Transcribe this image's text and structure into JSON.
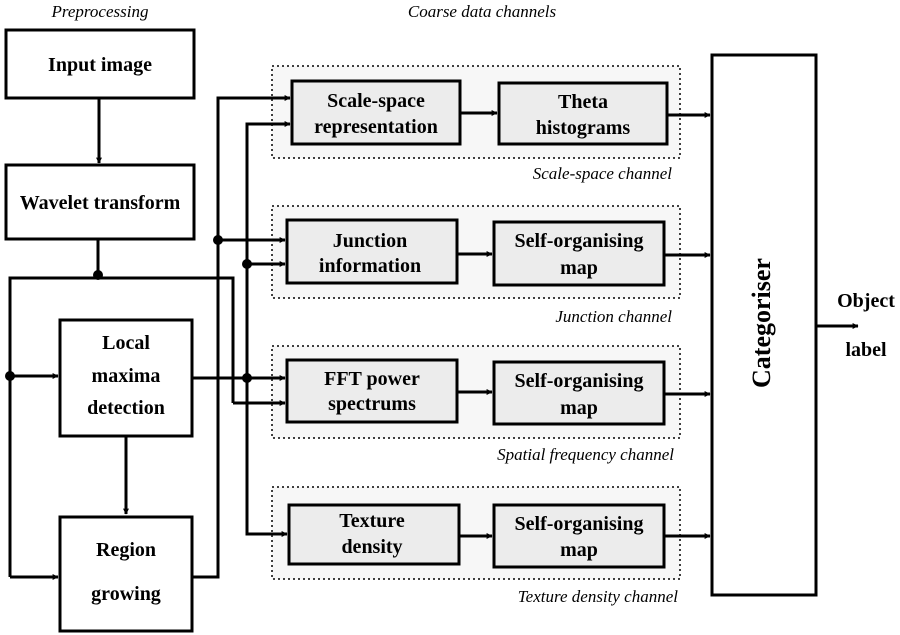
{
  "headers": {
    "preprocessing": "Preprocessing",
    "channels": "Coarse data channels"
  },
  "preprocessing": {
    "input_image": "Input image",
    "wavelet_transform": "Wavelet transform",
    "local_maxima": [
      "Local",
      "maxima",
      "detection"
    ],
    "region_growing": [
      "Region",
      "growing"
    ]
  },
  "channels": [
    {
      "name": "Scale-space channel",
      "first": [
        "Scale-space",
        "representation"
      ],
      "second": [
        "Theta",
        "histograms"
      ]
    },
    {
      "name": "Junction channel",
      "first": [
        "Junction",
        "information"
      ],
      "second": [
        "Self-organising",
        "map"
      ]
    },
    {
      "name": "Spatial frequency channel",
      "first": [
        "FFT power",
        "spectrums"
      ],
      "second": [
        "Self-organising",
        "map"
      ]
    },
    {
      "name": "Texture density channel",
      "first": [
        "Texture",
        "density"
      ],
      "second": [
        "Self-organising",
        "map"
      ]
    }
  ],
  "categoriser": "Categoriser",
  "output": [
    "Object",
    "label"
  ]
}
